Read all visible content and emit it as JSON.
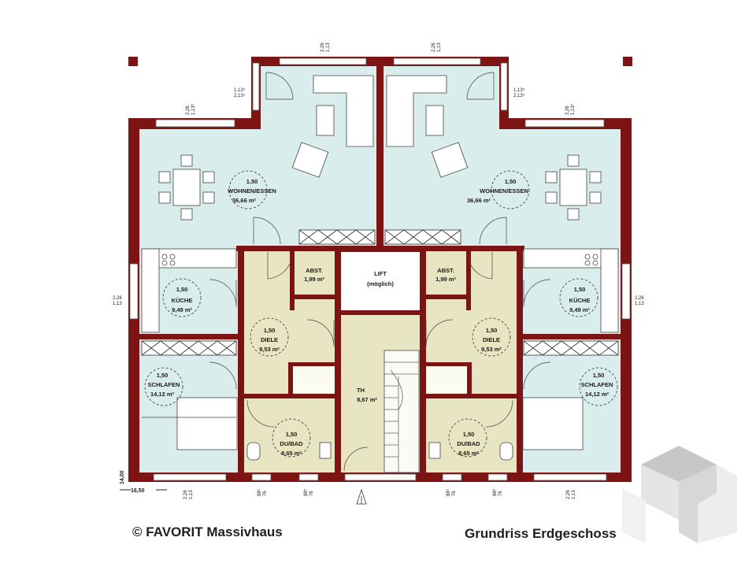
{
  "footer": {
    "copyright": "© FAVORIT Massivhaus",
    "title": "Grundriss Erdgeschoss"
  },
  "dimensions": {
    "width": "16,50",
    "depth": "14,00",
    "window_head": "2,26",
    "window_sill": "1,13",
    "window_sill_5": "1,13⁵",
    "window_head_5": "2,13⁵",
    "door_height": "88⁵",
    "door_width": "76"
  },
  "rooms": {
    "lift": {
      "name": "LIFT",
      "note": "(möglich)"
    },
    "th": {
      "name": "TH",
      "area": "8,67 m²"
    },
    "left": {
      "wohnen": {
        "height": "1,50",
        "name": "WOHNEN/ESSEN",
        "area": "36,66 m²"
      },
      "kueche": {
        "height": "1,50",
        "name": "KÜCHE",
        "area": "9,49 m²"
      },
      "abst": {
        "name": "ABST.",
        "area": "1,99 m²"
      },
      "diele": {
        "height": "1,50",
        "name": "DIELE",
        "area": "9,53 m²"
      },
      "schlafen": {
        "height": "1,50",
        "name": "SCHLAFEN",
        "area": "14,12 m²"
      },
      "bad": {
        "height": "1,50",
        "name": "DU/BAD",
        "area": "8,65 m²"
      }
    },
    "right": {
      "wohnen": {
        "height": "1,50",
        "name": "WOHNEN/ESSEN",
        "area": "36,66 m²"
      },
      "kueche": {
        "height": "1,50",
        "name": "KÜCHE",
        "area": "9,49 m²"
      },
      "abst": {
        "name": "ABST.",
        "area": "1,99 m²"
      },
      "diele": {
        "height": "1,50",
        "name": "DIELE",
        "area": "9,53 m²"
      },
      "schlafen": {
        "height": "1,50",
        "name": "SCHLAFEN",
        "area": "14,12 m²"
      },
      "bad": {
        "height": "1,50",
        "name": "DU/BAD",
        "area": "8,65 m²"
      }
    }
  },
  "colors": {
    "wall": "#7d1414",
    "living": "#d9eeec",
    "hallway": "#e8e5c2",
    "stair": "#fbfbf6"
  }
}
